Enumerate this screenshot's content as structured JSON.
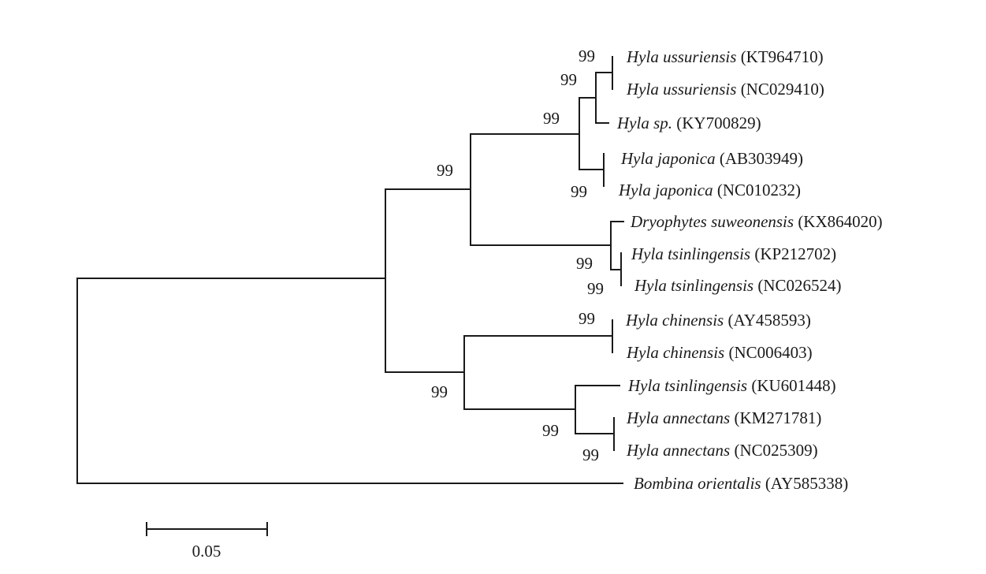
{
  "taxa": [
    {
      "genus": "Hyla",
      "species": "ussuriensis",
      "accession": "(KT964710)"
    },
    {
      "genus": "Hyla",
      "species": "ussuriensis",
      "accession": "(NC029410)"
    },
    {
      "genus": "Hyla",
      "species": "sp.",
      "accession": "(KY700829)"
    },
    {
      "genus": "Hyla",
      "species": "japonica",
      "accession": "(AB303949)"
    },
    {
      "genus": "Hyla",
      "species": "japonica",
      "accession": "(NC010232)"
    },
    {
      "genus": "Dryophytes",
      "species": "suweonensis",
      "accession": "(KX864020)"
    },
    {
      "genus": "Hyla",
      "species": "tsinlingensis",
      "accession": "(KP212702)"
    },
    {
      "genus": "Hyla",
      "species": "tsinlingensis",
      "accession": "(NC026524)"
    },
    {
      "genus": "Hyla",
      "species": "chinensis",
      "accession": "(AY458593)"
    },
    {
      "genus": "Hyla",
      "species": "chinensis",
      "accession": "(NC006403)"
    },
    {
      "genus": "Hyla",
      "species": "tsinlingensis",
      "accession": "(KU601448)"
    },
    {
      "genus": "Hyla",
      "species": "annectans",
      "accession": "(KM271781)"
    },
    {
      "genus": "Hyla",
      "species": "annectans",
      "accession": "(NC025309)"
    },
    {
      "genus": "Bombina",
      "species": "orientalis",
      "accession": "(AY585338)"
    }
  ],
  "bootstrap": {
    "ussuriensis_pair": "99",
    "ussuriensis_clade": "99",
    "ussuriensis_sp_japonica": "99",
    "japonica_pair": "99",
    "northern_hyla_clade": "99",
    "tsinlingensis_pair": "99",
    "tsinlingensis_suweonensis": "99",
    "chinensis_pair": "99",
    "southern_hyla_clade": "99",
    "annectans_tsinlingensis": "99",
    "annectans_pair": "99"
  },
  "scale_bar": {
    "label": "0.05",
    "value": 0.05
  }
}
